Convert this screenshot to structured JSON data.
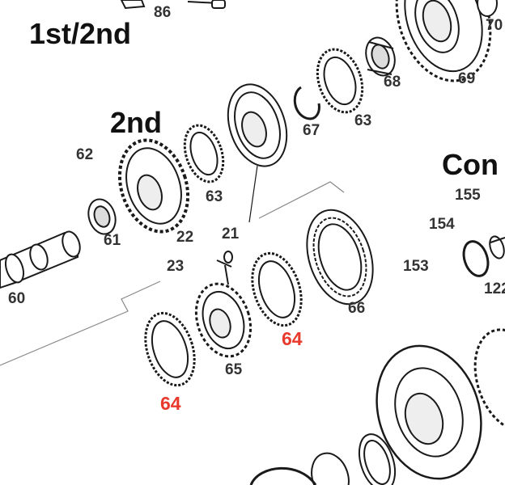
{
  "colors": {
    "line": "#1a1a1a",
    "callout_red": "#e8392c",
    "text": "#333333"
  },
  "titles": {
    "first_second": "1st/2nd",
    "second": "2nd",
    "con_partial": "Con"
  },
  "part_numbers": {
    "p86": "86",
    "p70": "70",
    "p68": "68",
    "p69": "69",
    "p67": "67",
    "p63a": "63",
    "p62": "62",
    "p63b": "63",
    "p22": "22",
    "p61": "61",
    "p21": "21",
    "p155": "155",
    "p154": "154",
    "p153": "153",
    "p23": "23",
    "p60": "60",
    "p66": "66",
    "p64a": "64",
    "p64b": "64",
    "p65": "65",
    "p122_partial": "122"
  }
}
